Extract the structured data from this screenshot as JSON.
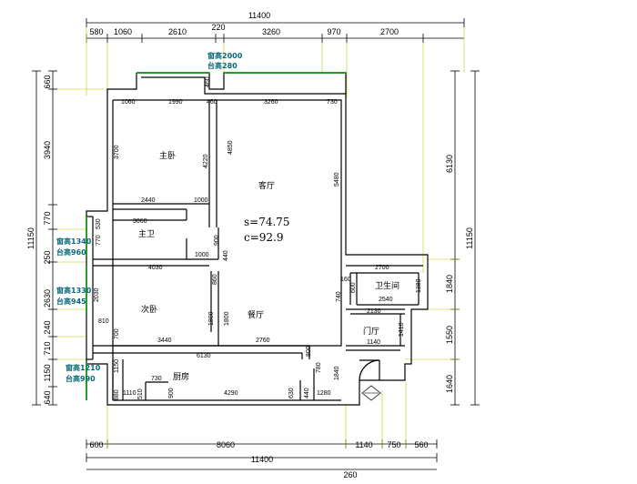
{
  "top_dims": {
    "total": "11400",
    "segments": [
      "580",
      "1060",
      "2610",
      "220",
      "3260",
      "970",
      "2700"
    ]
  },
  "bottom_dims": {
    "segments": [
      "600",
      "8060",
      "1140",
      "750",
      "560"
    ],
    "total": "11400",
    "extra": "260"
  },
  "left_dims": {
    "total": "11150",
    "segments": [
      "660",
      "3940",
      "770",
      "250",
      "2630",
      "240",
      "710",
      "1150",
      "640"
    ]
  },
  "right_dims": {
    "top": "6130",
    "total": "11150",
    "segments": [
      "1840",
      "1550",
      "1640"
    ]
  },
  "rooms": {
    "master_bedroom": "主卧",
    "living_room": "客厅",
    "master_bath": "主卫",
    "second_bedroom": "次卧",
    "dining_room": "餐厅",
    "bathroom": "卫生间",
    "foyer": "门厅",
    "kitchen": "厨房"
  },
  "area": {
    "s": "s=74.75",
    "c": "c=92.9"
  },
  "notes": {
    "win1_h": "窗高2000",
    "win1_s": "台高280",
    "win2_h": "窗高1340",
    "win2_s": "台高960",
    "win3_h": "窗高1330",
    "win3_s": "台高945",
    "win4_h": "窗高1210",
    "win4_s": "台高990"
  },
  "inner_dims": {
    "d1060": "1060",
    "d1990": "1990",
    "d460a": "460",
    "d3260": "3260",
    "d730a": "730",
    "d460b": "460",
    "d3700": "3700",
    "d4220": "4220",
    "d4850": "4850",
    "d5480": "5480",
    "d2440": "2440",
    "d1000a": "1000",
    "d3060": "3060",
    "d530": "530",
    "d770": "770",
    "d900": "900",
    "d1000b": "1000",
    "d440": "440",
    "d4030": "4030",
    "d2030": "2030",
    "d860": "860",
    "d810": "810",
    "d1800a": "1800",
    "d1800b": "1800",
    "d2760": "2760",
    "d3440": "3440",
    "d700": "700",
    "d6130": "6130",
    "d800": "800",
    "d2700": "2700",
    "d160": "160",
    "d1380": "1380",
    "d600": "600",
    "d740": "740",
    "d2540": "2540",
    "d2130": "2130",
    "d1410": "1410",
    "d1140": "1140",
    "d1840": "1840",
    "d1150": "1150",
    "d730b": "730",
    "d780": "780",
    "d1110": "1110",
    "d510": "510",
    "d900b": "900",
    "d4290": "4290",
    "d630": "630",
    "d440b": "440",
    "d1280": "1280",
    "d880": "880"
  }
}
